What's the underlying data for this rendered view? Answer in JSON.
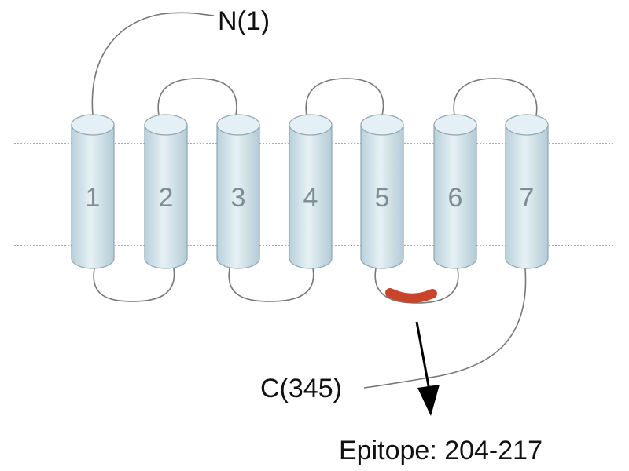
{
  "diagram": {
    "n_terminus_label": "N(1)",
    "c_terminus_label": "C(345)",
    "epitope_label": "Epitope: 204-217",
    "helices": [
      {
        "label": "1"
      },
      {
        "label": "2"
      },
      {
        "label": "3"
      },
      {
        "label": "4"
      },
      {
        "label": "5"
      },
      {
        "label": "6"
      },
      {
        "label": "7"
      }
    ],
    "colors": {
      "helix_fill": "#cfe2ea",
      "helix_outline": "#8fa6b0",
      "loop": "#777777",
      "epitope": "#c8442a",
      "membrane_line": "#555555",
      "arrow": "#000000"
    }
  }
}
